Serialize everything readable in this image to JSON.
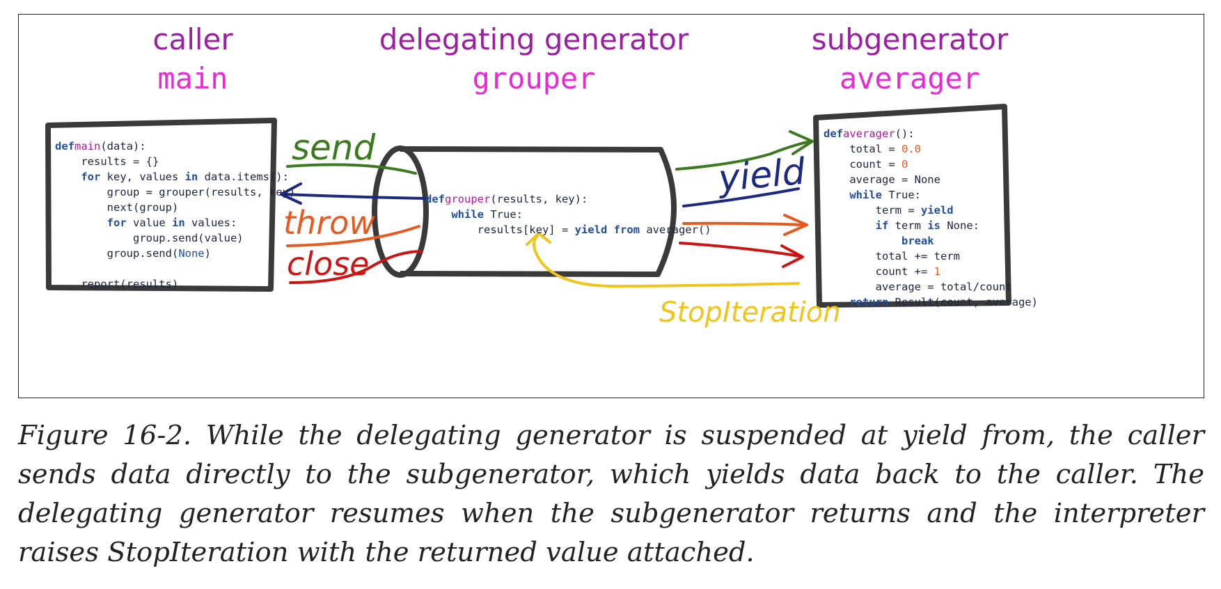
{
  "columns": {
    "caller": {
      "title": "caller",
      "func": "main"
    },
    "delegating": {
      "title": "delegating generator",
      "func": "grouper"
    },
    "subgenerator": {
      "title": "subgenerator",
      "func": "averager"
    }
  },
  "code": {
    "main": [
      [
        "def",
        "main",
        "(data):"
      ],
      [
        "    results = {}"
      ],
      [
        "    ",
        "for",
        " key, values ",
        "in",
        " data.items():"
      ],
      [
        "        group = grouper(results, key)"
      ],
      [
        "        next(group)"
      ],
      [
        "        ",
        "for",
        " value ",
        "in",
        " values:"
      ],
      [
        "            group.send(value)"
      ],
      [
        "        group.send(",
        "None",
        ")"
      ],
      [
        ""
      ],
      [
        "    report(results)"
      ]
    ],
    "grouper": [
      [
        "def",
        "grouper",
        "(results, key):"
      ],
      [
        "    ",
        "while",
        " True:"
      ],
      [
        "        results[key] = ",
        "yield",
        " ",
        "from",
        " averager()"
      ]
    ],
    "averager": [
      [
        "def",
        "averager",
        "():"
      ],
      [
        "    total = ",
        "0.0"
      ],
      [
        "    count = ",
        "0"
      ],
      [
        "    average = None"
      ],
      [
        "    ",
        "while",
        " True:"
      ],
      [
        "        term = ",
        "yield"
      ],
      [
        "        ",
        "if",
        " term ",
        "is",
        " None:"
      ],
      [
        "            ",
        "break"
      ],
      [
        "        total += term"
      ],
      [
        "        count += ",
        "1"
      ],
      [
        "        average = total/count"
      ],
      [
        "    ",
        "return",
        " Result(count, average)"
      ]
    ]
  },
  "arrows": {
    "send": "send",
    "throw": "throw",
    "close": "close",
    "yield": "yield",
    "stop_iteration": "StopIteration"
  },
  "colors": {
    "title": "#9b1fa1",
    "func": "#e829d6",
    "send": "#3b7a1f",
    "yield": "#1b2a80",
    "throw": "#e8591f",
    "close": "#cc1414",
    "stop_iteration": "#f0c419",
    "box": "#3a3a3a"
  },
  "caption": "Figure 16-2. While the delegating generator is suspended at yield from, the caller sends data directly to the subgenerator, which yields data back to the caller. The delegating generator resumes when the subgenerator returns and the interpreter raises StopIteration with the returned value attached."
}
